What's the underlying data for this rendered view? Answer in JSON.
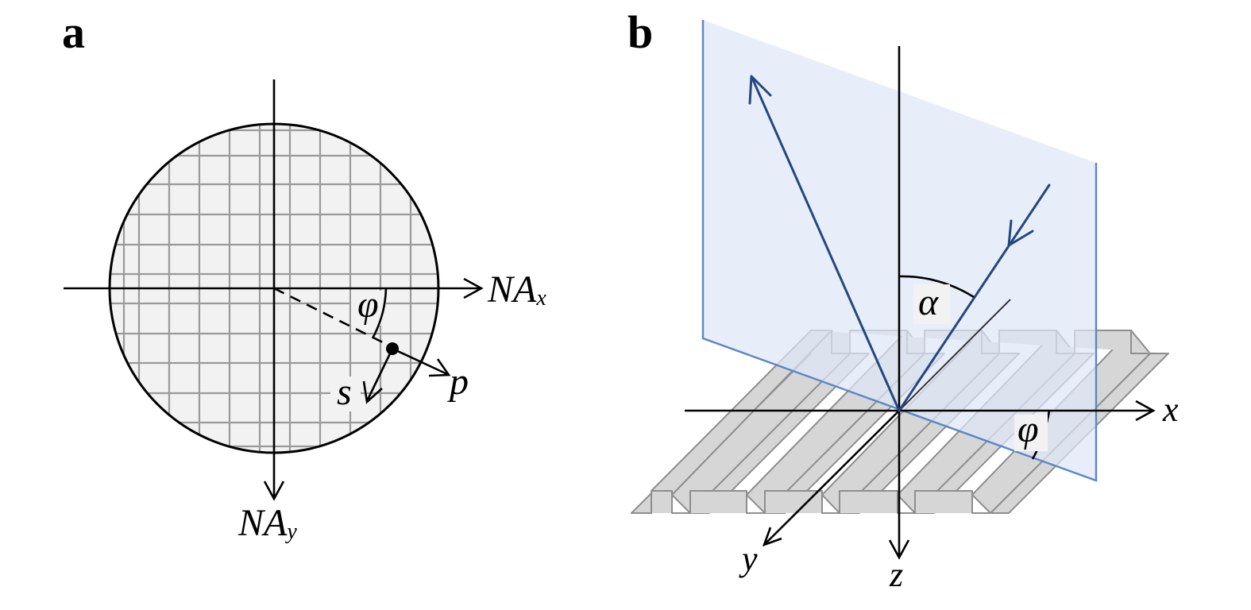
{
  "panel_a": {
    "label": "a",
    "axis_x_label": "NA",
    "axis_x_sub": "x",
    "axis_y_label": "NA",
    "axis_y_sub": "y",
    "angle_label": "φ",
    "p_label": "p",
    "s_label": "s"
  },
  "panel_b": {
    "label": "b",
    "axis_x": "x",
    "axis_y": "y",
    "axis_z": "z",
    "alpha_label": "α",
    "phi_label": "φ"
  },
  "colors": {
    "beam": "#24477e",
    "plane_fill": "#dfe8f6",
    "plane_edge": "#5b86c6",
    "grating": "#d6d6d6",
    "pupil_fill": "#f2f2f2"
  }
}
